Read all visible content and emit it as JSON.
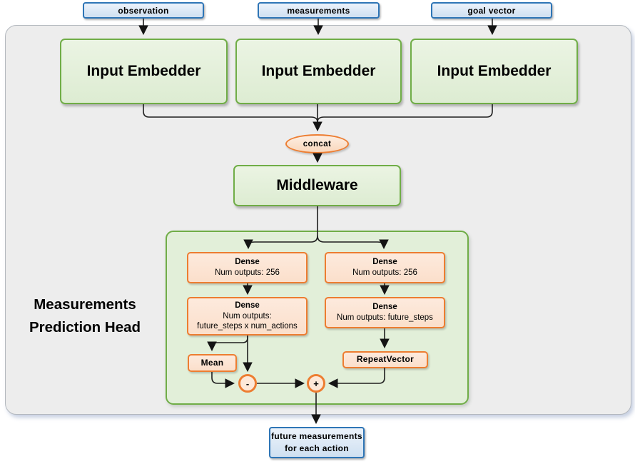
{
  "diagram": {
    "source_labels": [
      "observation",
      "measurements",
      "goal vector"
    ],
    "embedder_labels": [
      "Input Embedder",
      "Input Embedder",
      "Input Embedder"
    ],
    "concat_label": "concat",
    "middleware_label": "Middleware",
    "head": {
      "title": [
        "Measurements",
        "Prediction Head"
      ],
      "dense_left_1": {
        "title": "Dense",
        "line2": "Num outputs: 256"
      },
      "dense_left_2": {
        "title": "Dense",
        "line2": "Num outputs:",
        "line3": "future_steps x num_actions"
      },
      "dense_right_1": {
        "title": "Dense",
        "line2": "Num outputs: 256"
      },
      "dense_right_2": {
        "title": "Dense",
        "line2": "Num outputs: future_steps"
      },
      "mean_label": "Mean",
      "repeat_vector_label": "RepeatVector",
      "minus_label": "-",
      "plus_label": "+"
    },
    "output_label": [
      "future measurements",
      "for each action"
    ],
    "colors": {
      "green_border": "#70ad47",
      "green_fill": "#e2efd9",
      "orange_border": "#ed7d31",
      "orange_fill": "#fce5d6",
      "blue_border": "#2e75b6",
      "blue_fill": "#d9e7f5",
      "panel_fill": "#ededed",
      "connector": "#1f1f1f"
    }
  }
}
